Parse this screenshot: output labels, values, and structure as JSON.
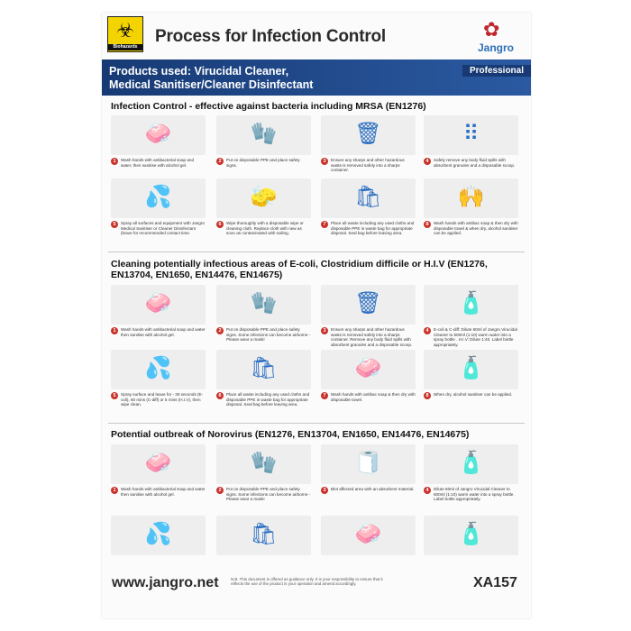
{
  "header": {
    "hazard_label": "Biohazards",
    "title": "Process for Infection Control",
    "brand": "Jangro",
    "brand_tag": "Professional"
  },
  "banner": {
    "line1": "Products used: Virucidal Cleaner,",
    "line2": "Medical Sanitiser/Cleaner Disinfectant"
  },
  "sections": [
    {
      "title": "Infection Control - effective against bacteria including MRSA (EN1276)",
      "steps": [
        {
          "num": "1",
          "icon": "hand-wash-icon",
          "bg": "sink",
          "caption": "Wash hands with antibacterial soap and water, then sanitise with alcohol gel."
        },
        {
          "num": "2",
          "icon": "gloves-sign-icon",
          "bg": "blue",
          "caption": "Put on disposable PPE and place safety signs."
        },
        {
          "num": "3",
          "icon": "tongs-icon",
          "bg": "tile",
          "caption": "Ensure any sharps and other hazardous waste is removed safely into a sharps container."
        },
        {
          "num": "4",
          "icon": "granules-icon",
          "bg": "tile",
          "caption": "Safely remove any body fluid spills with absorbent granules and a disposable scoop."
        },
        {
          "num": "5",
          "icon": "spray-icon",
          "bg": "sink",
          "caption": "Spray all surfaces and equipment with Jangro Medical Sanitiser or Cleaner Disinfectant (leave for recommended contact time."
        },
        {
          "num": "6",
          "icon": "wipe-icon",
          "bg": "blue",
          "caption": "Wipe thoroughly with a disposable wipe or cleaning cloth. Replace cloth with new as soon as contaminated with soiling."
        },
        {
          "num": "7",
          "icon": "waste-bag-icon",
          "bg": "yellow",
          "caption": "Place all waste including any used cloths and disposable PPE in waste bag for appropriate disposal. Seal bag before leaving area."
        },
        {
          "num": "8",
          "icon": "hand-dry-icon",
          "bg": "sink",
          "caption": "Wash hands with antibac soap & then dry with disposable towel & when dry, alcohol sanitiser can be applied."
        }
      ]
    },
    {
      "title_line1": "Cleaning potentially infectious areas of E-coli, Clostridium difficile or H.I.V (EN1276,",
      "title_line2": "EN13704, EN1650, EN14476, EN14675)",
      "steps": [
        {
          "num": "1",
          "icon": "hand-wash-icon",
          "bg": "sink",
          "caption": "Wash hands with antibacterial soap and water then sanitise with alcohol gel."
        },
        {
          "num": "2",
          "icon": "gloves-sign-icon",
          "bg": "blue",
          "caption": "Put on disposable PPE and place safety signs. Some infections can become airborne - Please wear a mask!"
        },
        {
          "num": "3",
          "icon": "tongs-icon",
          "bg": "tile",
          "caption": "Ensure any sharps and other hazardous waste is removed safely into a sharps container. Remove any body fluid spills with absorbent granules and a disposable scoop."
        },
        {
          "num": "4",
          "icon": "dilute-bottle-icon",
          "bg": "blue",
          "caption": "E-coli & C-diff: Dilute 60ml of Jangro Virucidal Cleaner to 600ml (1:10) warm water into a spray bottle . H.I.V: Dilute 1:40. Label bottle appropriately."
        },
        {
          "num": "5",
          "icon": "spray-icon",
          "bg": "sink",
          "caption": "Spray surface and leave for - 30 seconds (E-coli), 60 mins (C-diff) or 5 mins (H.I.V), then wipe clean."
        },
        {
          "num": "6",
          "icon": "waste-bag-icon",
          "bg": "yellow",
          "caption": "Place all waste including any used cloths and disposable PPE in waste bag for appropriate disposal. Seal bag before leaving area."
        },
        {
          "num": "7",
          "icon": "hand-wash-icon",
          "bg": "sink",
          "caption": "Wash hands with antibac soap & then dry with disposable towel."
        },
        {
          "num": "8",
          "icon": "sanitiser-icon",
          "bg": "sink",
          "caption": "When dry, alcohol sanitiser can be applied."
        }
      ]
    },
    {
      "title": "Potential outbreak of Norovirus (EN1276, EN13704, EN1650, EN14476, EN14675)",
      "steps": [
        {
          "num": "1",
          "icon": "hand-wash-icon",
          "bg": "sink",
          "caption": "Wash hands with antibacterial soap and water then sanitise with alcohol gel."
        },
        {
          "num": "2",
          "icon": "gloves-sign-icon",
          "bg": "blue",
          "caption": "Put on disposable PPE and place safety signs. Some infections can become airborne - Please wear a mask!"
        },
        {
          "num": "3",
          "icon": "blot-icon",
          "bg": "blue",
          "caption": "Blot affected area with an absorbent material."
        },
        {
          "num": "4",
          "icon": "dilute-bottle-icon",
          "bg": "blue",
          "caption": "Dilute 60ml of Jangro Virucidal Cleaner to 600ml (1:10) warm water into a spray bottle. Label bottle appropriately."
        },
        {
          "num": "",
          "icon": "spray-icon",
          "bg": "sink",
          "caption": ""
        },
        {
          "num": "",
          "icon": "waste-bag-icon",
          "bg": "yellow",
          "caption": ""
        },
        {
          "num": "",
          "icon": "hand-wash-icon",
          "bg": "sink",
          "caption": ""
        },
        {
          "num": "",
          "icon": "sanitiser-icon",
          "bg": "sink",
          "caption": ""
        }
      ]
    }
  ],
  "footer": {
    "url": "www.jangro.net",
    "note": "N.B. This document is offered as guidance only. It is your responsibility to ensure that it reflects the use of the product in your operation and amend accordingly.",
    "code": "XA157"
  }
}
